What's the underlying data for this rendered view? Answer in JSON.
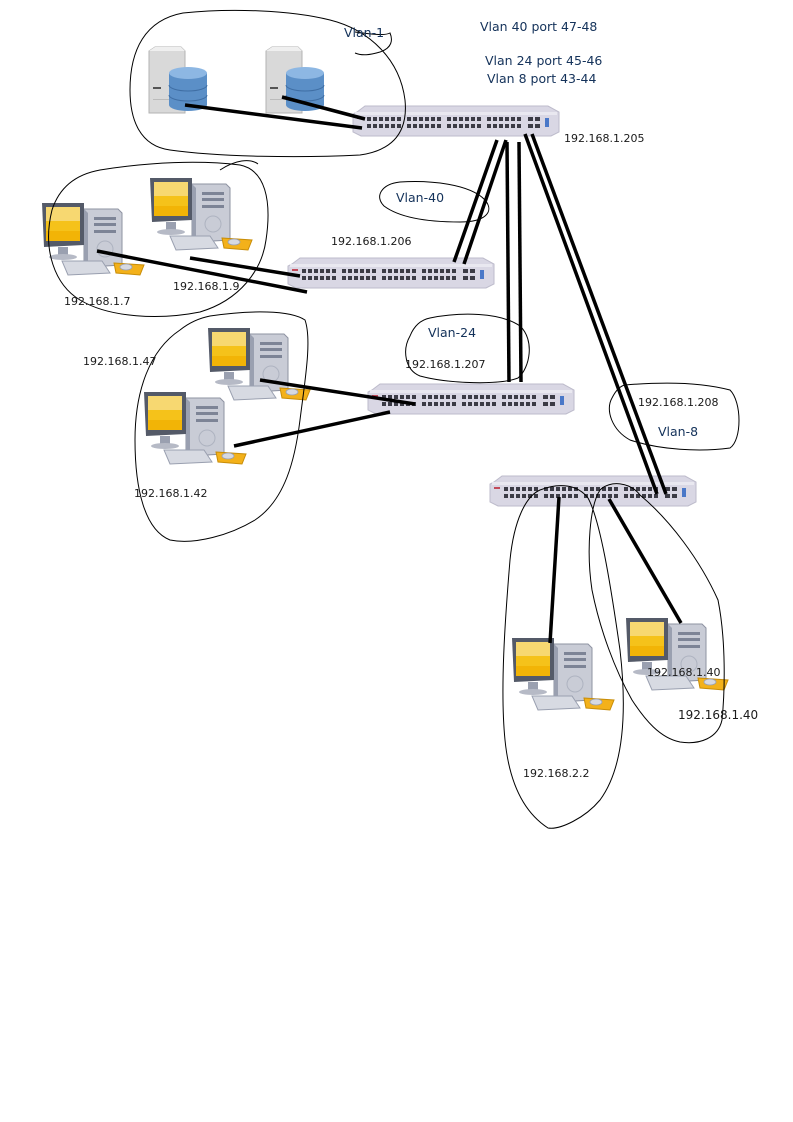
{
  "notes": [
    "Vlan 40 port 47-48",
    "Vlan 24 port 45-46",
    "Vlan 8 port 43-44"
  ],
  "vlans": {
    "vlan1": "Vlan-1",
    "vlan40": "Vlan-40",
    "vlan24": "Vlan-24",
    "vlan8": "Vlan-8"
  },
  "switches": {
    "core": "192.168.1.205",
    "sw206": "192.168.1.206",
    "sw207": "192.168.1.207",
    "sw208": "192.168.1.208"
  },
  "hosts": {
    "pc_7": "192.168.1.7",
    "pc_9": "192.168.1.9",
    "pc_47": "192.168.1.47",
    "pc_42": "192.168.1.42",
    "pc_2_2": "192.168.2.2",
    "pc_40a": "192.168.1.40",
    "pc_40b": "192.168.1.40"
  },
  "colors": {
    "screen": "#f5c21a",
    "switch_body": "#d9d7e4",
    "db_blue": "#5b8fc7",
    "label_text": "#14325a"
  }
}
